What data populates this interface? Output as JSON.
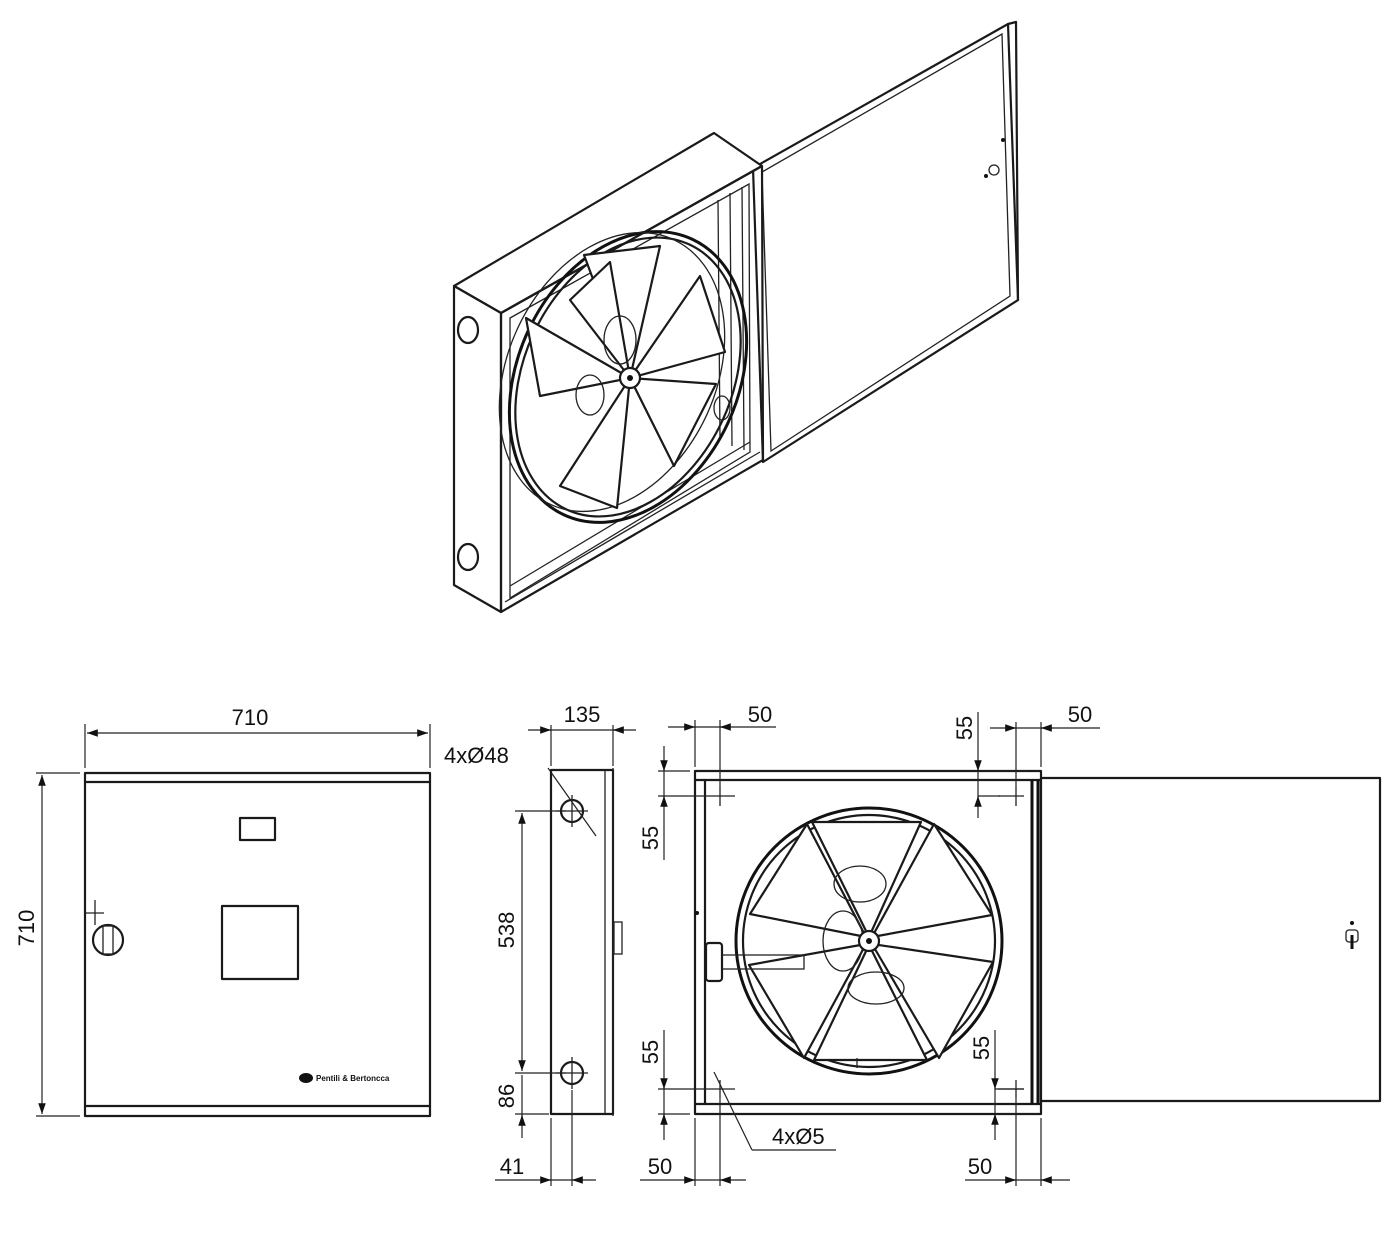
{
  "dimensions": {
    "front_width": "710",
    "front_height": "710",
    "side_depth": "135",
    "side_holes": "4xØ48",
    "side_hole_spacing": "538",
    "side_bottom_offset": "86",
    "side_left_offset": "41",
    "rear_top_left": "50",
    "rear_top_right_v": "55",
    "rear_top_right_h": "50",
    "rear_left_top_v": "55",
    "rear_left_bottom_v": "55",
    "rear_right_bottom_v": "55",
    "rear_mount_holes": "4xØ5",
    "rear_bottom_left": "50",
    "rear_bottom_right": "50"
  },
  "logo": {
    "text": "Pentili & Bertoncca"
  },
  "colors": {
    "line": "#1a1a1a",
    "background": "#ffffff"
  }
}
